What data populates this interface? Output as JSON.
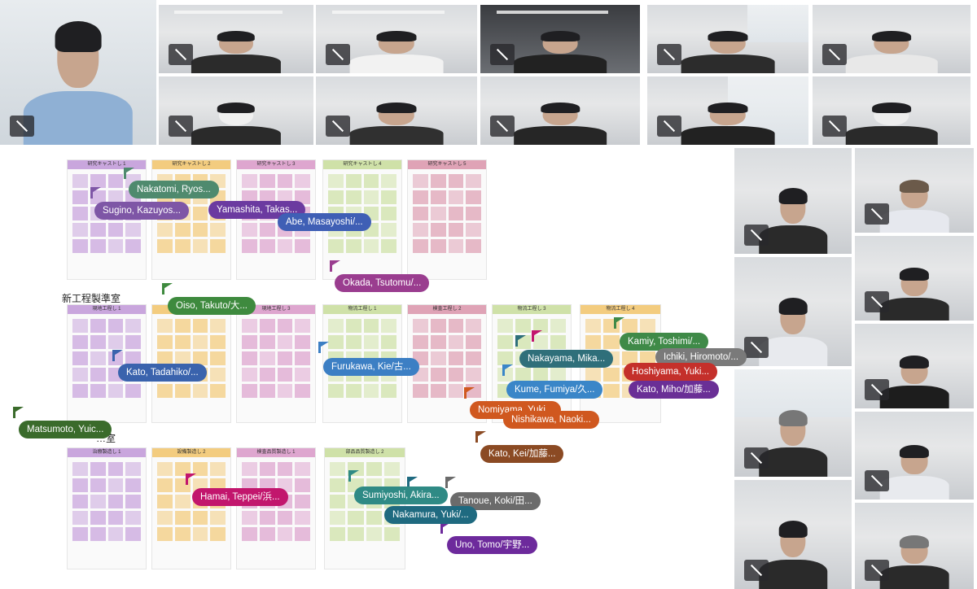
{
  "board": {
    "sections": [
      "新工程製準室",
      "…室"
    ],
    "rows": [
      {
        "cards": [
          {
            "label": "研究キャストし 1",
            "color": "#c9a6dd"
          },
          {
            "label": "研究キャストし 2",
            "color": "#f3cc7f"
          },
          {
            "label": "研究キャストし 3",
            "color": "#dea6cf"
          },
          {
            "label": "研究キャストし 4",
            "color": "#cfe1a8"
          },
          {
            "label": "研究キャストし 5",
            "color": "#dfa3b6"
          }
        ]
      },
      {
        "cards": [
          {
            "label": "現地工程し 1",
            "color": "#c9a6dd"
          },
          {
            "label": "現地工程し 2",
            "color": "#f3cc7f"
          },
          {
            "label": "現地工程し 3",
            "color": "#dea6cf"
          },
          {
            "label": "物流工程し 1",
            "color": "#cfe1a8"
          },
          {
            "label": "検査工程し 2",
            "color": "#dfa3b6"
          },
          {
            "label": "物流工程し 3",
            "color": "#cfe1a8"
          },
          {
            "label": "物流工程し 4",
            "color": "#f3cc7f"
          }
        ]
      },
      {
        "cards": [
          {
            "label": "治療製造し 1",
            "color": "#c9a6dd"
          },
          {
            "label": "設備製造し 2",
            "color": "#f3cc7f"
          },
          {
            "label": "検査品質製造し 1",
            "color": "#dea6cf"
          },
          {
            "label": "部品品質製造し 2",
            "color": "#cfe1a8"
          }
        ]
      }
    ]
  },
  "cursors": [
    {
      "name": "Nakatomi, Ryos...",
      "color": "#4f8a6e"
    },
    {
      "name": "Sugino, Kazuyos...",
      "color": "#7e56a6"
    },
    {
      "name": "Yamashita, Takas...",
      "color": "#6b3aa0"
    },
    {
      "name": "Abe, Masayoshi/...",
      "color": "#3f5fb5"
    },
    {
      "name": "Okada, Tsutomu/...",
      "color": "#9a3d8f"
    },
    {
      "name": "Oiso, Takuto/大...",
      "color": "#3e8a3e"
    },
    {
      "name": "Kato, Tadahiko/...",
      "color": "#3a63ad"
    },
    {
      "name": "Furukawa, Kie/古...",
      "color": "#3c7fc4"
    },
    {
      "name": "Nakayama, Mika...",
      "color": "#2f6f7a"
    },
    {
      "name": "Kamiy, Toshimi/...",
      "color": "#3f8a48"
    },
    {
      "name": "Ichiki, Hiromoto/...",
      "color": "#7a7a7a"
    },
    {
      "name": "Hoshiyama, Yuki...",
      "color": "#c4302b"
    },
    {
      "name": "Kato, Miho/加藤...",
      "color": "#6a2f96"
    },
    {
      "name": "Kume, Fumiya/久...",
      "color": "#3a86c8"
    },
    {
      "name": "Nomiyama, Yuki...",
      "color": "#d0581f"
    },
    {
      "name": "Nishikawa, Naoki...",
      "color": "#d0581f"
    },
    {
      "name": "Matsumoto, Yuic...",
      "color": "#3a6b2b"
    },
    {
      "name": "Kato, Kei/加藤...",
      "color": "#8b4a23"
    },
    {
      "name": "Hamai, Teppei/浜...",
      "color": "#c2166d"
    },
    {
      "name": "Sumiyoshi, Akira...",
      "color": "#2f8a85"
    },
    {
      "name": "Tanoue, Koki/田...",
      "color": "#6b6b6b"
    },
    {
      "name": "Nakamura, Yuki/...",
      "color": "#1f6a80"
    },
    {
      "name": "Uno, Tomo/宇野...",
      "color": "#6d2a9c"
    }
  ]
}
